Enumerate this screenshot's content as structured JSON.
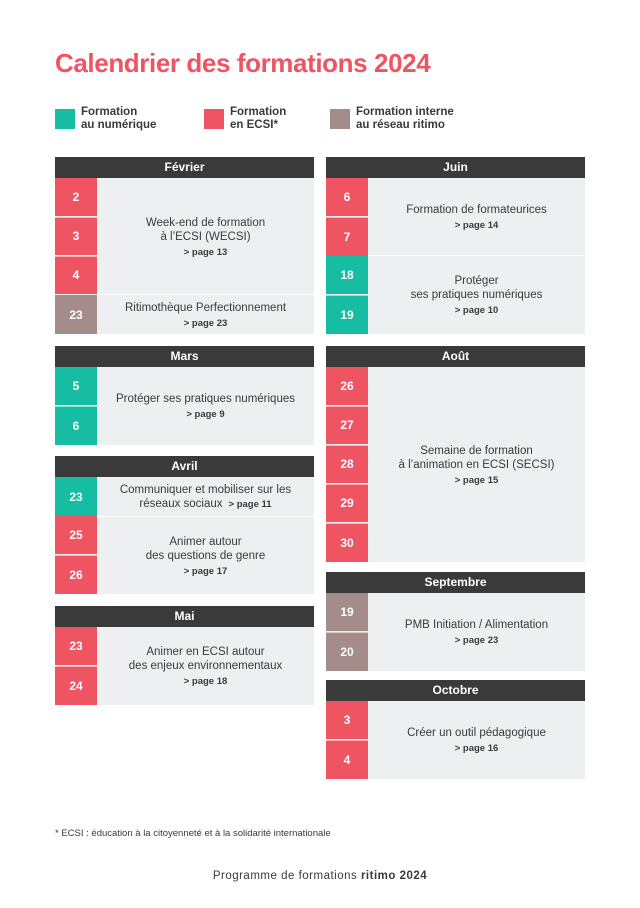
{
  "title": "Calendrier des formations 2024",
  "legend": [
    {
      "label": "Formation\nau numérique",
      "color": "#17bda3"
    },
    {
      "label": "Formation\nen ECSI*",
      "color": "#ef5463"
    },
    {
      "label": "Formation interne\nau réseau ritimo",
      "color": "#a38c8a"
    }
  ],
  "months": {
    "fevrier": {
      "name": "Février"
    },
    "mars": {
      "name": "Mars"
    },
    "avril": {
      "name": "Avril"
    },
    "mai": {
      "name": "Mai"
    },
    "juin": {
      "name": "Juin"
    },
    "aout": {
      "name": "Août"
    },
    "septembre": {
      "name": "Septembre"
    },
    "octobre": {
      "name": "Octobre"
    }
  },
  "events": {
    "wecsi": {
      "title": "Week-end de formation\nà l’ECSI (WECSI)",
      "ref": "> page 13",
      "days": [
        "2",
        "3",
        "4"
      ]
    },
    "ritimotheque": {
      "title": "Ritimothèque Perfectionnement",
      "ref": "> page 23",
      "days": [
        "23"
      ]
    },
    "proteger_mars": {
      "title": "Protéger ses pratiques numériques",
      "ref": "> page 9",
      "days": [
        "5",
        "6"
      ]
    },
    "communiquer": {
      "title": "Communiquer et mobiliser sur les",
      "title2": "réseaux sociaux",
      "ref": "> page 11",
      "days": [
        "23"
      ]
    },
    "genre": {
      "title": "Animer autour\ndes questions de genre",
      "ref": "> page 17",
      "days": [
        "25",
        "26"
      ]
    },
    "environnement": {
      "title": "Animer en ECSI autour\ndes enjeux environnementaux",
      "ref": "> page 18",
      "days": [
        "23",
        "24"
      ]
    },
    "formateurices": {
      "title": "Formation de formateurices",
      "ref": "> page 14",
      "days": [
        "6",
        "7"
      ]
    },
    "proteger_juin": {
      "title": "Protéger\nses pratiques numériques",
      "ref": "> page 10",
      "days": [
        "18",
        "19"
      ]
    },
    "secsi": {
      "title": "Semaine de formation\nà l’animation en ECSI (SECSI)",
      "ref": "> page 15",
      "days": [
        "26",
        "27",
        "28",
        "29",
        "30"
      ]
    },
    "pmb": {
      "title": "PMB Initiation / Alimentation",
      "ref": "> page 23",
      "days": [
        "19",
        "20"
      ]
    },
    "outil": {
      "title": "Créer un outil pédagogique",
      "ref": "> page 16",
      "days": [
        "3",
        "4"
      ]
    }
  },
  "footnote": "* ECSI : éducation à la citoyenneté et à la solidarité internationale",
  "footer": {
    "prefix": "Programme de formations ",
    "brand": "ritimo 2024"
  }
}
